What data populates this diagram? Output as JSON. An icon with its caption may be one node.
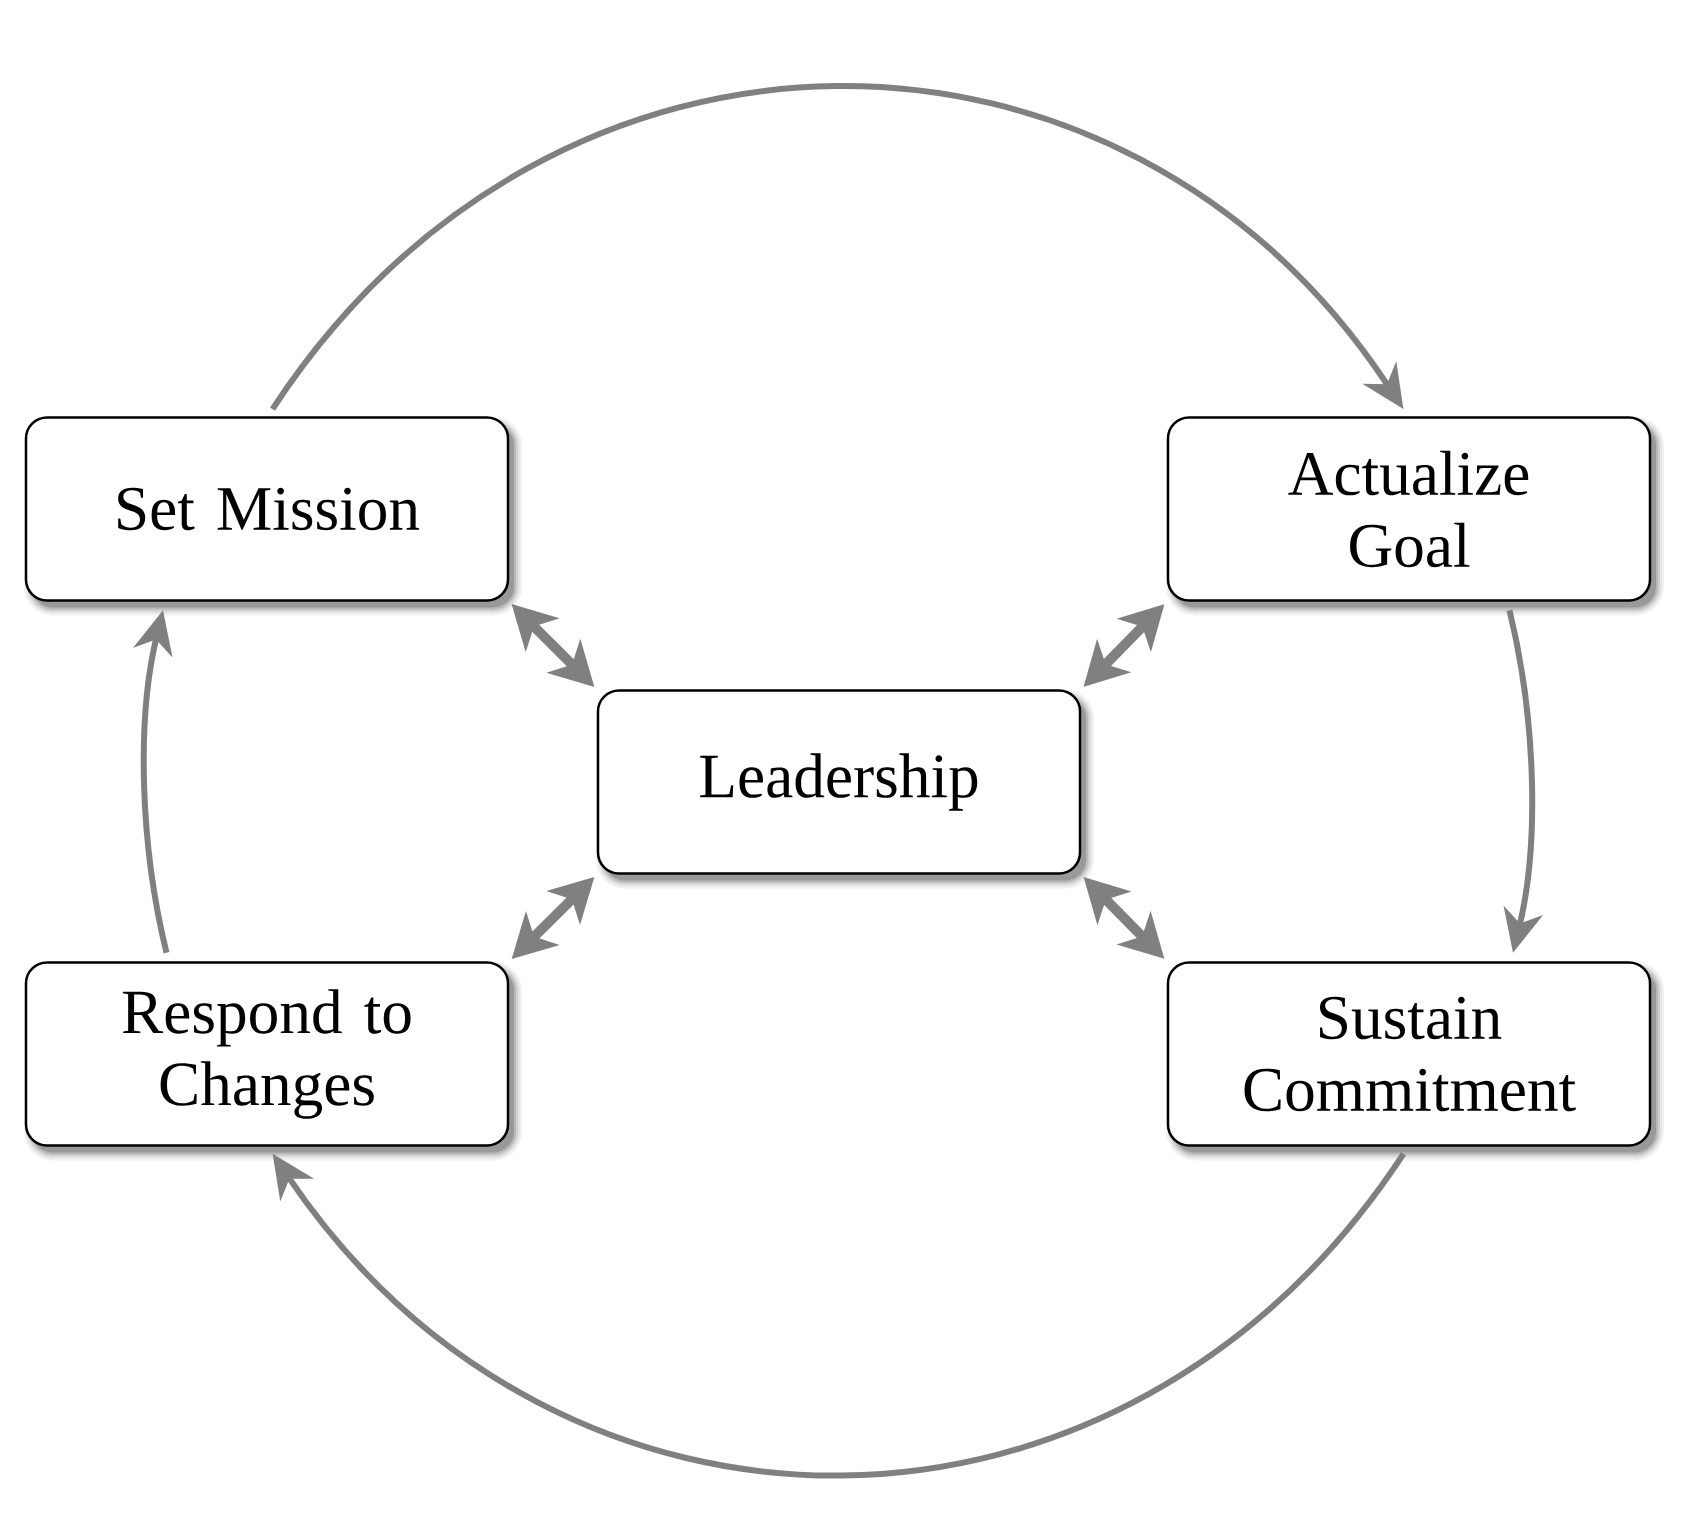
{
  "diagram": {
    "nodes": [
      {
        "text": [
          "Set Mission"
        ]
      },
      {
        "text": [
          "Actualize Goal"
        ]
      },
      {
        "text": [
          "Leadership"
        ]
      },
      {
        "text": [
          "Respond to Changes"
        ]
      },
      {
        "text": [
          "Sustain Commitment"
        ]
      }
    ],
    "edges": [
      {
        "from": 0,
        "to": 1,
        "arrow": "to"
      },
      {
        "from": 1,
        "to": 4,
        "arrow": "to"
      },
      {
        "from": 4,
        "to": 3,
        "arrow": "to"
      },
      {
        "from": 3,
        "to": 0,
        "arrow": "to"
      },
      {
        "from": 2,
        "to": 0,
        "arrow": "both"
      },
      {
        "from": 2,
        "to": 1,
        "arrow": "both"
      },
      {
        "from": 2,
        "to": 3,
        "arrow": "both"
      },
      {
        "from": 2,
        "to": 4,
        "arrow": "both"
      }
    ]
  }
}
